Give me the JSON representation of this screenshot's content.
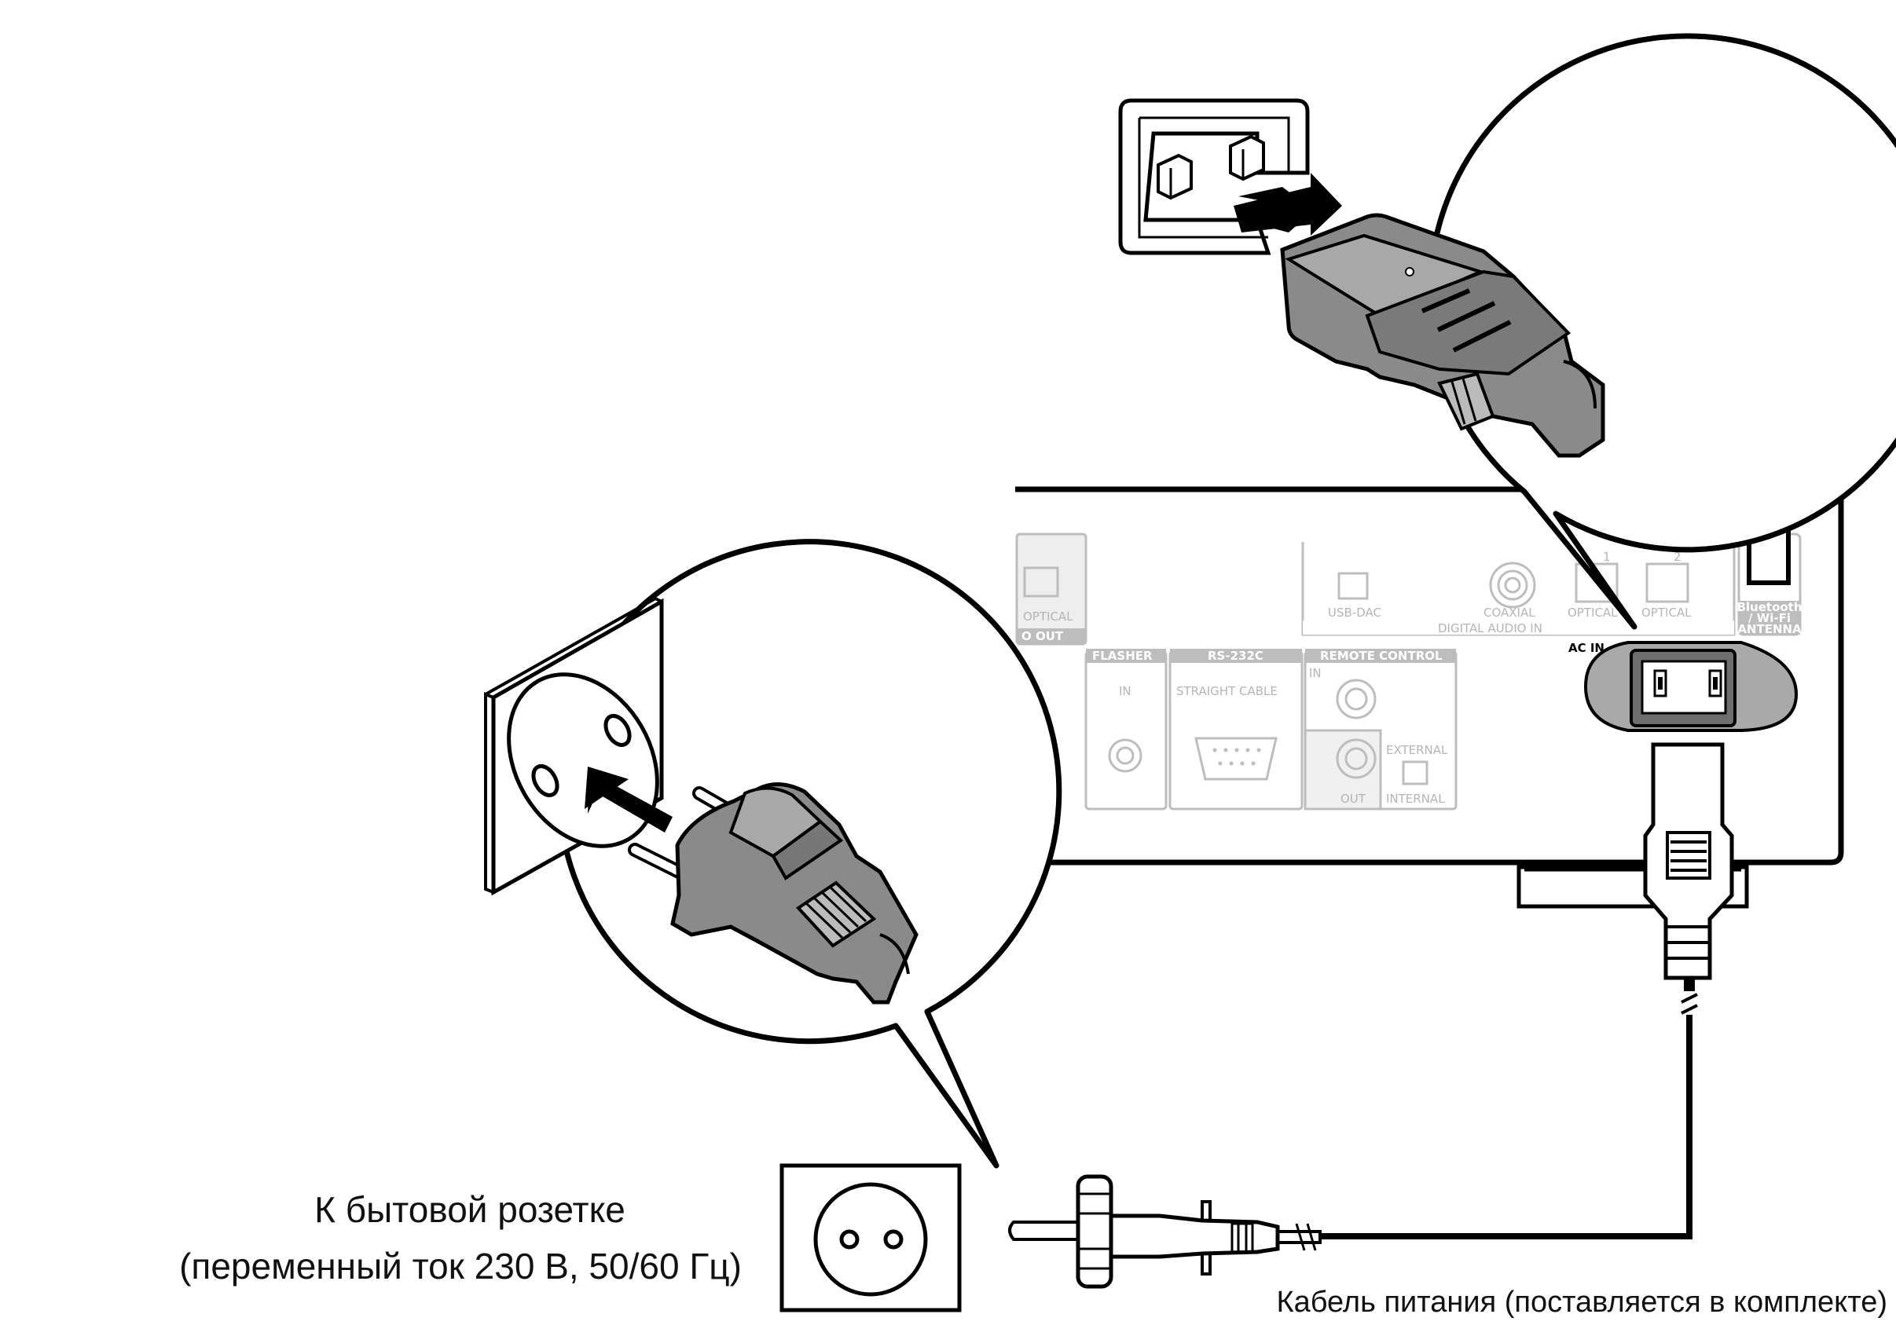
{
  "captions": {
    "outlet_line1": "К бытовой розетке",
    "outlet_line2": "(переменный ток 230 В, 50/60 Гц)",
    "cable": "Кабель питания (поставляется в комплекте)"
  },
  "panel": {
    "optical_out_label": "OPTICAL",
    "audio_out_label": "O OUT",
    "usb_dac": "USB-DAC",
    "coaxial": "COAXIAL",
    "optical1_num": "1",
    "optical1": "OPTICAL",
    "optical2_num": "2",
    "optical2": "OPTICAL",
    "digital_audio_in": "DIGITAL AUDIO IN",
    "antenna_line1": "Bluetooth",
    "antenna_line2": "/ Wi-Fi",
    "antenna_line3": "ANTENNA",
    "ac_in": "AC IN",
    "flasher": "FLASHER",
    "flasher_in": "IN",
    "rs232c": "RS-232C",
    "straight_cable": "STRAIGHT CABLE",
    "remote_control": "REMOTE CONTROL",
    "remote_in": "IN",
    "remote_out": "OUT",
    "external": "EXTERNAL",
    "internal": "INTERNAL"
  },
  "colors": {
    "line": "#000000",
    "panel_gray": "#bdbdbd",
    "plug_gray": "#8a8a8a",
    "inlet_gray": "#a9a9a9"
  }
}
